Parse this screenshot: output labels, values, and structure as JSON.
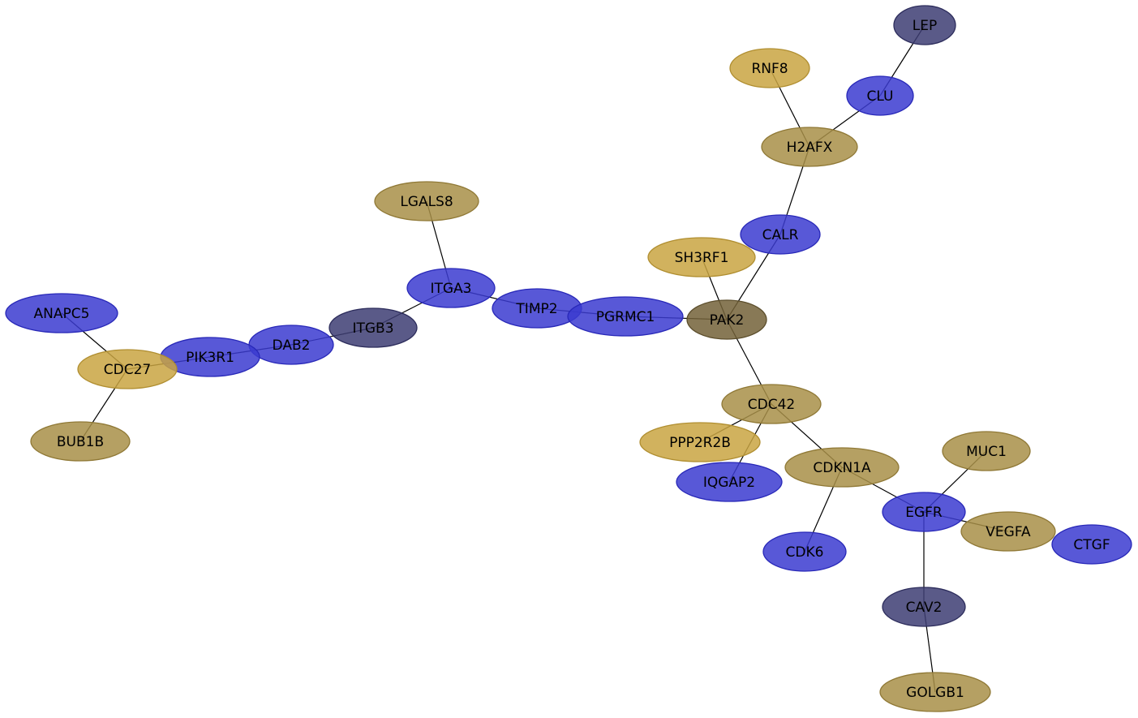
{
  "palette": {
    "blue": "#3b3bd0",
    "blue_stroke": "#2828b8",
    "navy": "#3d3d73",
    "navy_stroke": "#2d2d5c",
    "gold": "#c9a442",
    "gold_stroke": "#b08e30",
    "tan": "#a88f48",
    "tan_stroke": "#8f7835",
    "brown": "#736138",
    "brown_stroke": "#5c4e2c"
  },
  "nodes": [
    {
      "id": "LEP",
      "label": "LEP",
      "color": "navy"
    },
    {
      "id": "RNF8",
      "label": "RNF8",
      "color": "gold"
    },
    {
      "id": "CLU",
      "label": "CLU",
      "color": "blue"
    },
    {
      "id": "H2AFX",
      "label": "H2AFX",
      "color": "tan"
    },
    {
      "id": "LGALS8",
      "label": "LGALS8",
      "color": "tan"
    },
    {
      "id": "CALR",
      "label": "CALR",
      "color": "blue"
    },
    {
      "id": "SH3RF1",
      "label": "SH3RF1",
      "color": "gold"
    },
    {
      "id": "ITGA3",
      "label": "ITGA3",
      "color": "blue"
    },
    {
      "id": "ANAPC5",
      "label": "ANAPC5",
      "color": "blue"
    },
    {
      "id": "TIMP2",
      "label": "TIMP2",
      "color": "blue"
    },
    {
      "id": "PGRMC1",
      "label": "PGRMC1",
      "color": "blue"
    },
    {
      "id": "PAK2",
      "label": "PAK2",
      "color": "brown"
    },
    {
      "id": "ITGB3",
      "label": "ITGB3",
      "color": "navy"
    },
    {
      "id": "DAB2",
      "label": "DAB2",
      "color": "blue"
    },
    {
      "id": "PIK3R1",
      "label": "PIK3R1",
      "color": "blue"
    },
    {
      "id": "CDC27",
      "label": "CDC27",
      "color": "gold"
    },
    {
      "id": "CDC42",
      "label": "CDC42",
      "color": "tan"
    },
    {
      "id": "BUB1B",
      "label": "BUB1B",
      "color": "tan"
    },
    {
      "id": "PPP2R2B",
      "label": "PPP2R2B",
      "color": "gold"
    },
    {
      "id": "MUC1",
      "label": "MUC1",
      "color": "tan"
    },
    {
      "id": "CDKN1A",
      "label": "CDKN1A",
      "color": "tan"
    },
    {
      "id": "IQGAP2",
      "label": "IQGAP2",
      "color": "blue"
    },
    {
      "id": "EGFR",
      "label": "EGFR",
      "color": "blue"
    },
    {
      "id": "VEGFA",
      "label": "VEGFA",
      "color": "tan"
    },
    {
      "id": "CTGF",
      "label": "CTGF",
      "color": "blue"
    },
    {
      "id": "CDK6",
      "label": "CDK6",
      "color": "blue"
    },
    {
      "id": "CAV2",
      "label": "CAV2",
      "color": "navy"
    },
    {
      "id": "GOLGB1",
      "label": "GOLGB1",
      "color": "tan"
    }
  ],
  "edges": [
    [
      "LEP",
      "CLU"
    ],
    [
      "CLU",
      "H2AFX"
    ],
    [
      "RNF8",
      "H2AFX"
    ],
    [
      "H2AFX",
      "CALR"
    ],
    [
      "CALR",
      "PAK2"
    ],
    [
      "SH3RF1",
      "PAK2"
    ],
    [
      "PGRMC1",
      "PAK2"
    ],
    [
      "TIMP2",
      "PGRMC1"
    ],
    [
      "ITGA3",
      "TIMP2"
    ],
    [
      "LGALS8",
      "ITGA3"
    ],
    [
      "ITGA3",
      "ITGB3"
    ],
    [
      "ITGB3",
      "DAB2"
    ],
    [
      "DAB2",
      "PIK3R1"
    ],
    [
      "PIK3R1",
      "CDC27"
    ],
    [
      "ANAPC5",
      "CDC27"
    ],
    [
      "CDC27",
      "BUB1B"
    ],
    [
      "PAK2",
      "CDC42"
    ],
    [
      "CDC42",
      "PPP2R2B"
    ],
    [
      "CDC42",
      "IQGAP2"
    ],
    [
      "CDC42",
      "CDKN1A"
    ],
    [
      "CDKN1A",
      "CDK6"
    ],
    [
      "CDKN1A",
      "EGFR"
    ],
    [
      "MUC1",
      "EGFR"
    ],
    [
      "EGFR",
      "VEGFA"
    ],
    [
      "EGFR",
      "CAV2"
    ],
    [
      "CAV2",
      "GOLGB1"
    ]
  ]
}
